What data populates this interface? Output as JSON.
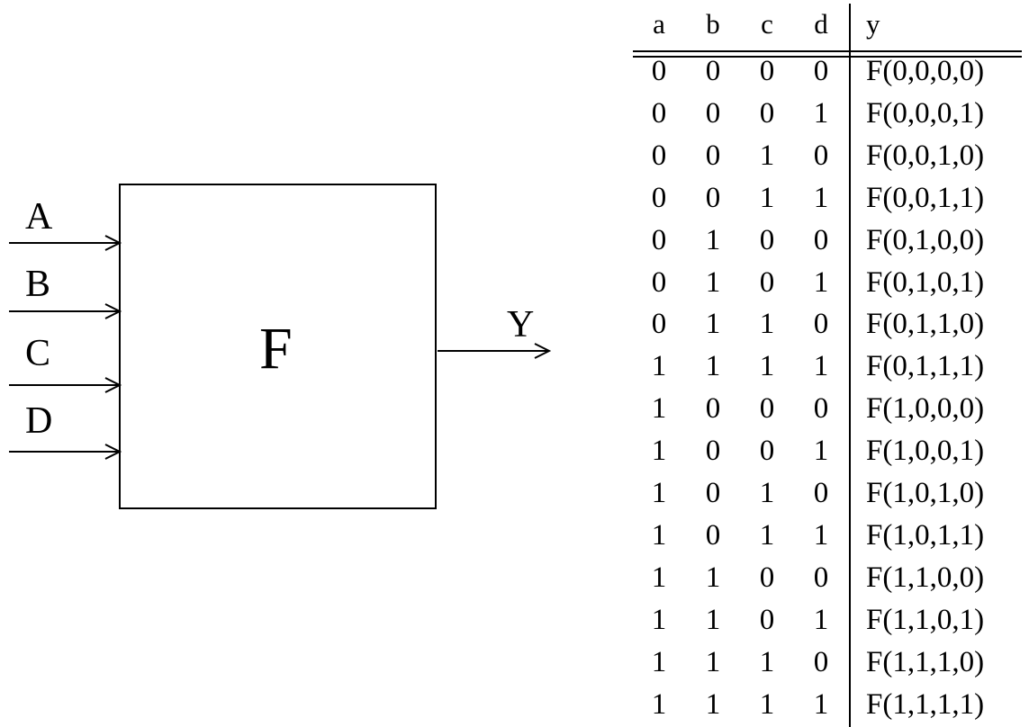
{
  "block": {
    "function_label": "F",
    "inputs": [
      "A",
      "B",
      "C",
      "D"
    ],
    "output": "Y"
  },
  "truth_table": {
    "headers": [
      "a",
      "b",
      "c",
      "d",
      "y"
    ],
    "rows": [
      [
        "0",
        "0",
        "0",
        "0",
        "F(0,0,0,0)"
      ],
      [
        "0",
        "0",
        "0",
        "1",
        "F(0,0,0,1)"
      ],
      [
        "0",
        "0",
        "1",
        "0",
        "F(0,0,1,0)"
      ],
      [
        "0",
        "0",
        "1",
        "1",
        "F(0,0,1,1)"
      ],
      [
        "0",
        "1",
        "0",
        "0",
        "F(0,1,0,0)"
      ],
      [
        "0",
        "1",
        "0",
        "1",
        "F(0,1,0,1)"
      ],
      [
        "0",
        "1",
        "1",
        "0",
        "F(0,1,1,0)"
      ],
      [
        "1",
        "1",
        "1",
        "1",
        "F(0,1,1,1)"
      ],
      [
        "1",
        "0",
        "0",
        "0",
        "F(1,0,0,0)"
      ],
      [
        "1",
        "0",
        "0",
        "1",
        "F(1,0,0,1)"
      ],
      [
        "1",
        "0",
        "1",
        "0",
        "F(1,0,1,0)"
      ],
      [
        "1",
        "0",
        "1",
        "1",
        "F(1,0,1,1)"
      ],
      [
        "1",
        "1",
        "0",
        "0",
        "F(1,1,0,0)"
      ],
      [
        "1",
        "1",
        "0",
        "1",
        "F(1,1,0,1)"
      ],
      [
        "1",
        "1",
        "1",
        "0",
        "F(1,1,1,0)"
      ],
      [
        "1",
        "1",
        "1",
        "1",
        "F(1,1,1,1)"
      ]
    ]
  }
}
